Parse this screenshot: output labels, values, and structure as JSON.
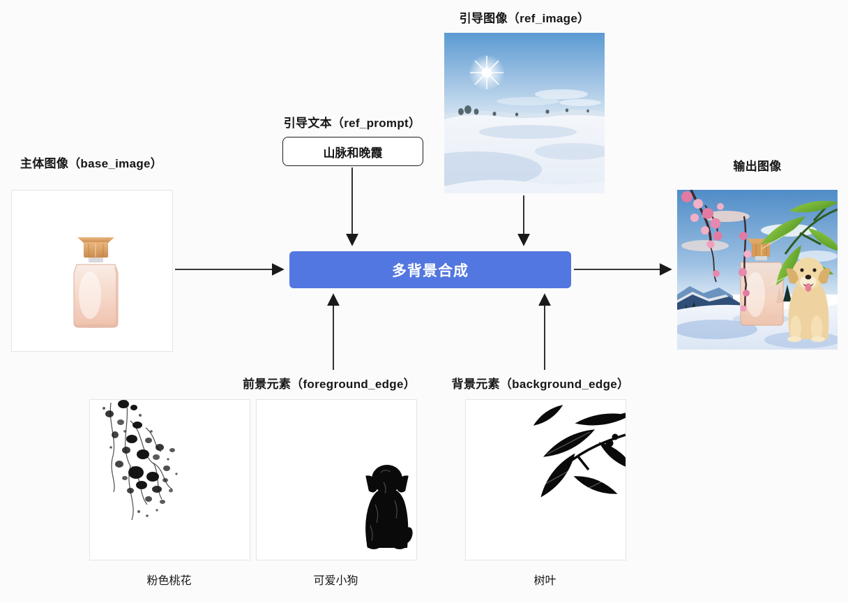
{
  "canvas": {
    "background": "#fbfbfb"
  },
  "process": {
    "label": "多背景合成",
    "color": "#5277e0",
    "text_color": "#ffffff"
  },
  "nodes": {
    "ref_image": {
      "label": "引导图像（ref_image）"
    },
    "ref_prompt": {
      "label": "引导文本（ref_prompt）",
      "value": "山脉和晚霞"
    },
    "base_image": {
      "label": "主体图像（base_image）"
    },
    "output_image": {
      "label": "输出图像"
    },
    "foreground_edge": {
      "label": "前景元素（foreground_edge）"
    },
    "background_edge": {
      "label": "背景元素（background_edge）"
    }
  },
  "edge_items": [
    {
      "caption": "粉色桃花",
      "group": "foreground_edge"
    },
    {
      "caption": "可爱小狗",
      "group": "foreground_edge"
    },
    {
      "caption": "树叶",
      "group": "background_edge"
    }
  ]
}
